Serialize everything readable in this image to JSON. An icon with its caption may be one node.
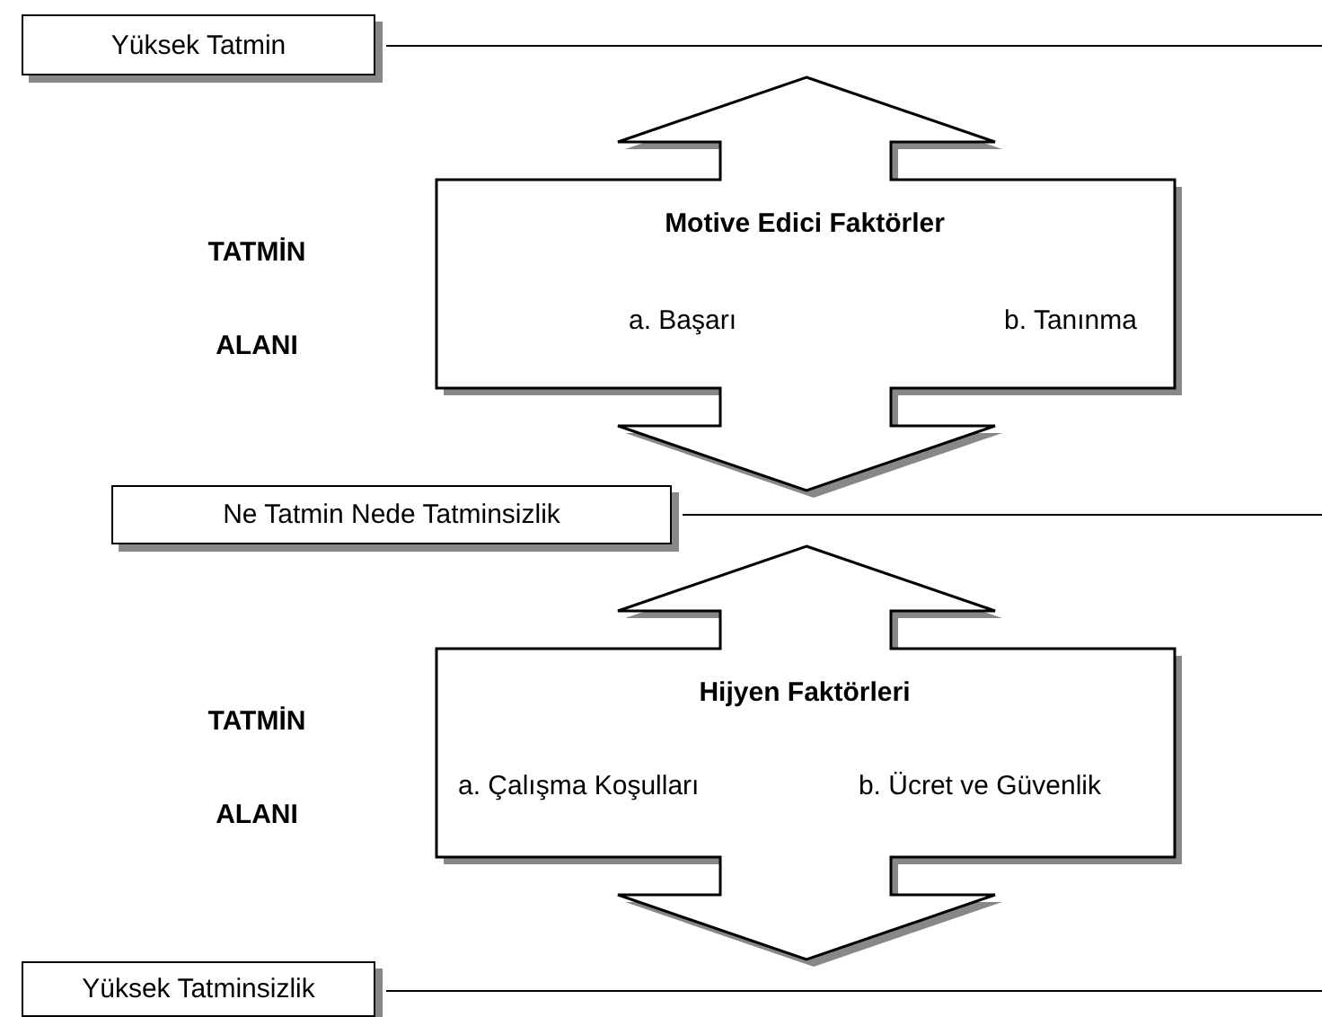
{
  "diagram": {
    "nodes": [
      {
        "text": [
          "Yüksek Tatmin"
        ]
      },
      {
        "text": [
          "Motive Edici Faktörler",
          "a. Başarı",
          "b. Tanınma"
        ]
      },
      {
        "text": [
          "Ne Tatmin Nede Tatminsizlik"
        ]
      },
      {
        "text": [
          "Hijyen Faktörleri",
          "a. Çalışma Koşulları",
          "b. Ücret ve Güvenlik"
        ]
      },
      {
        "text": [
          "Yüksek Tatminsizlik"
        ]
      }
    ],
    "labels": [
      "TATMİN",
      "ALANI",
      "TATMİN",
      "ALANI"
    ]
  }
}
